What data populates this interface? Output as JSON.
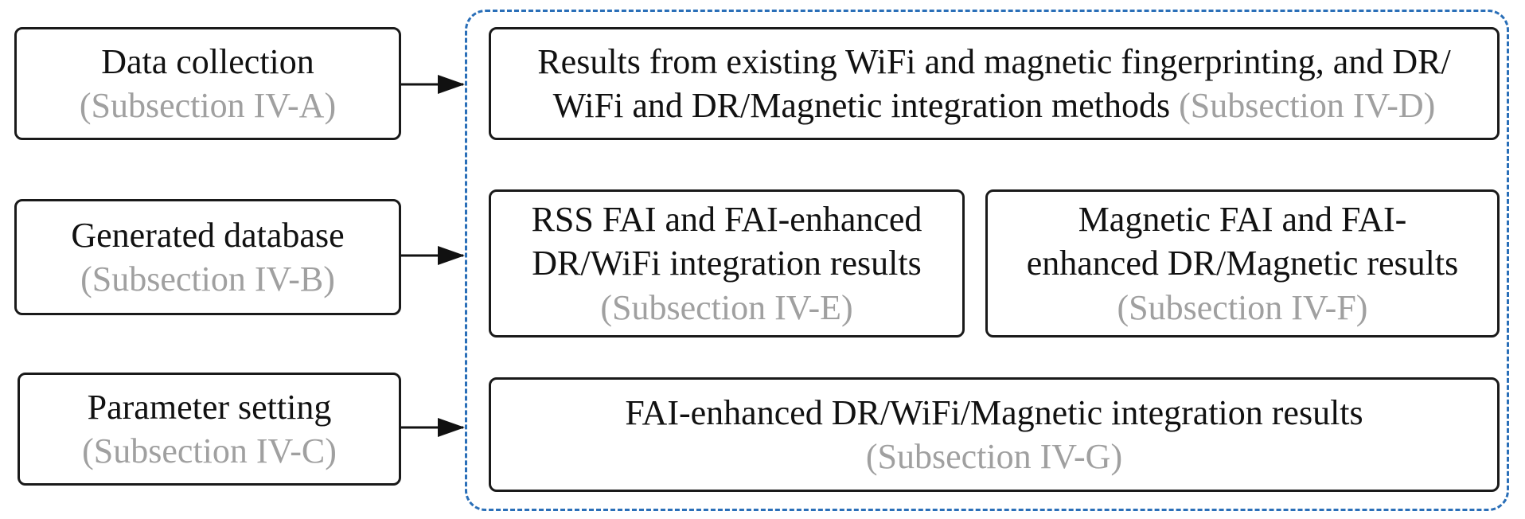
{
  "left_boxes": [
    {
      "title": "Data collection",
      "ref": "(Subsection IV-A)"
    },
    {
      "title": "Generated database",
      "ref": "(Subsection IV-B)"
    },
    {
      "title": "Parameter setting",
      "ref": "(Subsection IV-C)"
    }
  ],
  "results": {
    "existing": {
      "line1": "Results from existing WiFi and magnetic fingerprinting, and DR/",
      "line2": "WiFi and DR/Magnetic integration methods",
      "ref": "(Subsection IV-D)"
    },
    "rss": {
      "line1": "RSS FAI and FAI-enhanced",
      "line2": "DR/WiFi integration results",
      "ref": "(Subsection IV-E)"
    },
    "magnetic": {
      "line1": "Magnetic FAI and FAI-",
      "line2": "enhanced DR/Magnetic results",
      "ref": "(Subsection IV-F)"
    },
    "combined": {
      "line1": "FAI-enhanced DR/WiFi/Magnetic integration results",
      "ref": "(Subsection IV-G)"
    }
  },
  "colors": {
    "reference_text": "#a0a0a0",
    "dashed_frame": "#2a6fb8",
    "box_border": "#1a1a1a"
  }
}
